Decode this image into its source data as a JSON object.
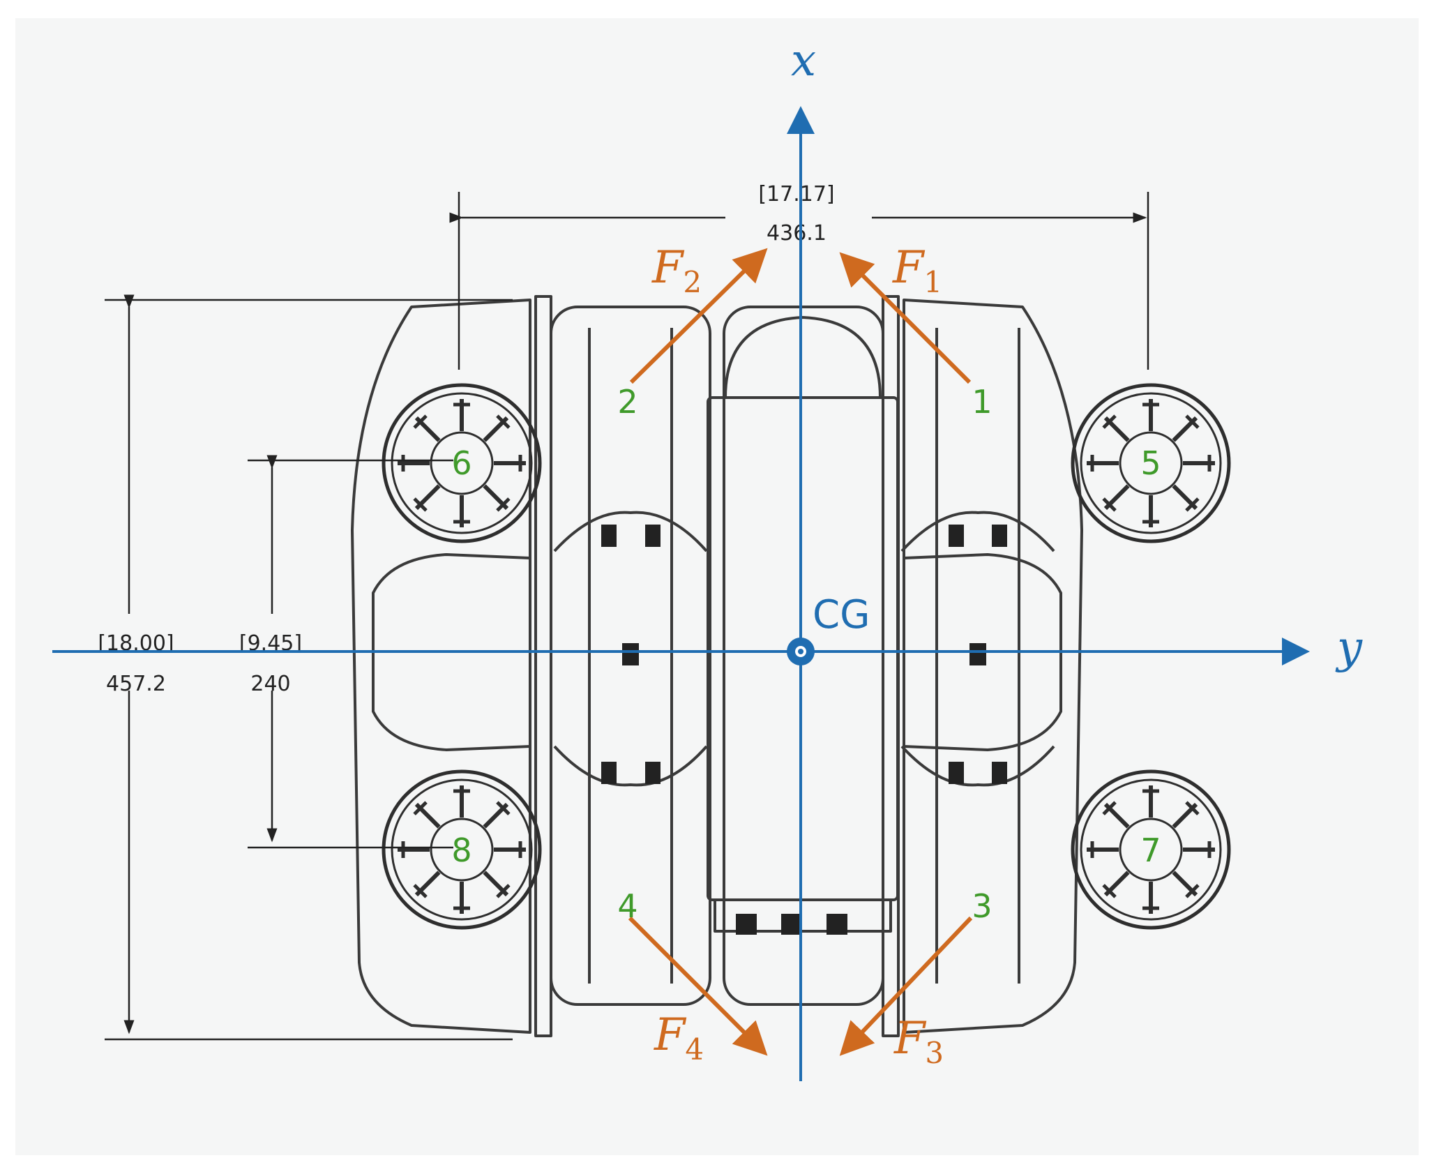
{
  "colors": {
    "axis": "#1f6db1",
    "force": "#cf6a1f",
    "thruster_number": "#3f9a2a",
    "outline": "#3a3a3a",
    "background": "#f5f6f6"
  },
  "axes": {
    "x_label": "x",
    "y_label": "y",
    "origin_label": "CG"
  },
  "dimensions": {
    "width_top": {
      "inches": "[17.17]",
      "mm": "436.1"
    },
    "length_outer": {
      "inches": "[18.00]",
      "mm": "457.2"
    },
    "length_inner": {
      "inches": "[9.45]",
      "mm": "240"
    }
  },
  "thrusters": {
    "horizontal": [
      "1",
      "2",
      "3",
      "4"
    ],
    "vertical": [
      "5",
      "6",
      "7",
      "8"
    ]
  },
  "forces": [
    {
      "symbol": "F",
      "subscript": "1"
    },
    {
      "symbol": "F",
      "subscript": "2"
    },
    {
      "symbol": "F",
      "subscript": "3"
    },
    {
      "symbol": "F",
      "subscript": "4"
    }
  ]
}
